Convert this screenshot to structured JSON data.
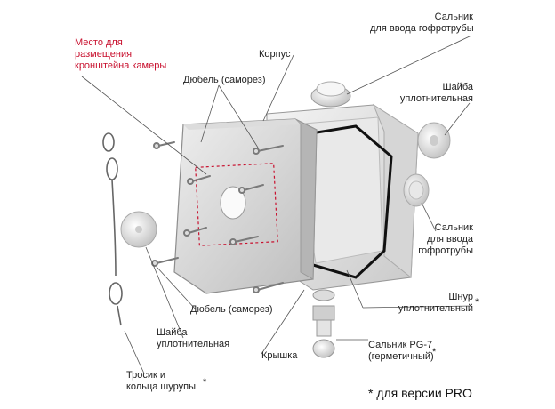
{
  "labels": {
    "mount_place": "Место для\nразмещения\nкронштейна камеры",
    "dowel_top": "Дюбель (саморез)",
    "housing": "Корпус",
    "gland_top": "Сальник\nдля ввода гофротрубы",
    "washer_right": "Шайба\nуплотнительная",
    "gland_right": "Сальник\nдля ввода\nгофротрубы",
    "cord": "Шнур\nуплотнительный",
    "gland_pg7": "Сальник PG-7\n(герметичный)",
    "lid": "Крышка",
    "dowel_bottom": "Дюбель (саморез)",
    "washer_left": "Шайба\nуплотнительная",
    "cable_hooks": "Тросик и\nкольца шурупы",
    "star": "*",
    "footnote": "* для версии PRO"
  },
  "colors": {
    "highlight_label": "#c8102e",
    "seal_cord": "#111111",
    "dashed_outline": "#c8102e",
    "leader_line": "#555555"
  }
}
